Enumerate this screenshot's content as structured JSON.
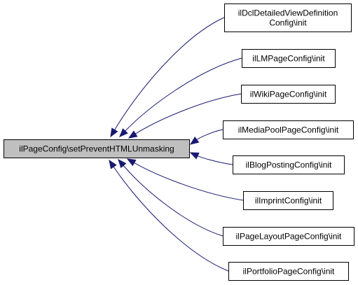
{
  "diagram": {
    "type": "call-graph",
    "direction": "right-to-left",
    "root": {
      "id": "root",
      "label_lines": [
        "ilPageConfig\\setPreventHTMLUnmasking"
      ],
      "highlighted": true
    },
    "callers": [
      {
        "id": "c0",
        "label_lines": [
          "ilDclDetailedViewDefinition",
          "Config\\init"
        ]
      },
      {
        "id": "c1",
        "label_lines": [
          "ilLMPageConfig\\init"
        ]
      },
      {
        "id": "c2",
        "label_lines": [
          "ilWikiPageConfig\\init"
        ]
      },
      {
        "id": "c3",
        "label_lines": [
          "ilMediaPoolPageConfig\\init"
        ]
      },
      {
        "id": "c4",
        "label_lines": [
          "ilBlogPostingConfig\\init"
        ]
      },
      {
        "id": "c5",
        "label_lines": [
          "ilImprintConfig\\init"
        ]
      },
      {
        "id": "c6",
        "label_lines": [
          "ilPageLayoutPageConfig\\init"
        ]
      },
      {
        "id": "c7",
        "label_lines": [
          "ilPortfolioPageConfig\\init"
        ]
      }
    ],
    "edges": [
      {
        "from": "c0",
        "to": "root"
      },
      {
        "from": "c1",
        "to": "root"
      },
      {
        "from": "c2",
        "to": "root"
      },
      {
        "from": "c3",
        "to": "root"
      },
      {
        "from": "c4",
        "to": "root"
      },
      {
        "from": "c5",
        "to": "root"
      },
      {
        "from": "c6",
        "to": "root"
      },
      {
        "from": "c7",
        "to": "root"
      }
    ],
    "colors": {
      "root_fill": "#bfbfbf",
      "node_fill": "#ffffff",
      "node_stroke": "#000000",
      "edge": "#191970",
      "text": "#000000"
    }
  }
}
